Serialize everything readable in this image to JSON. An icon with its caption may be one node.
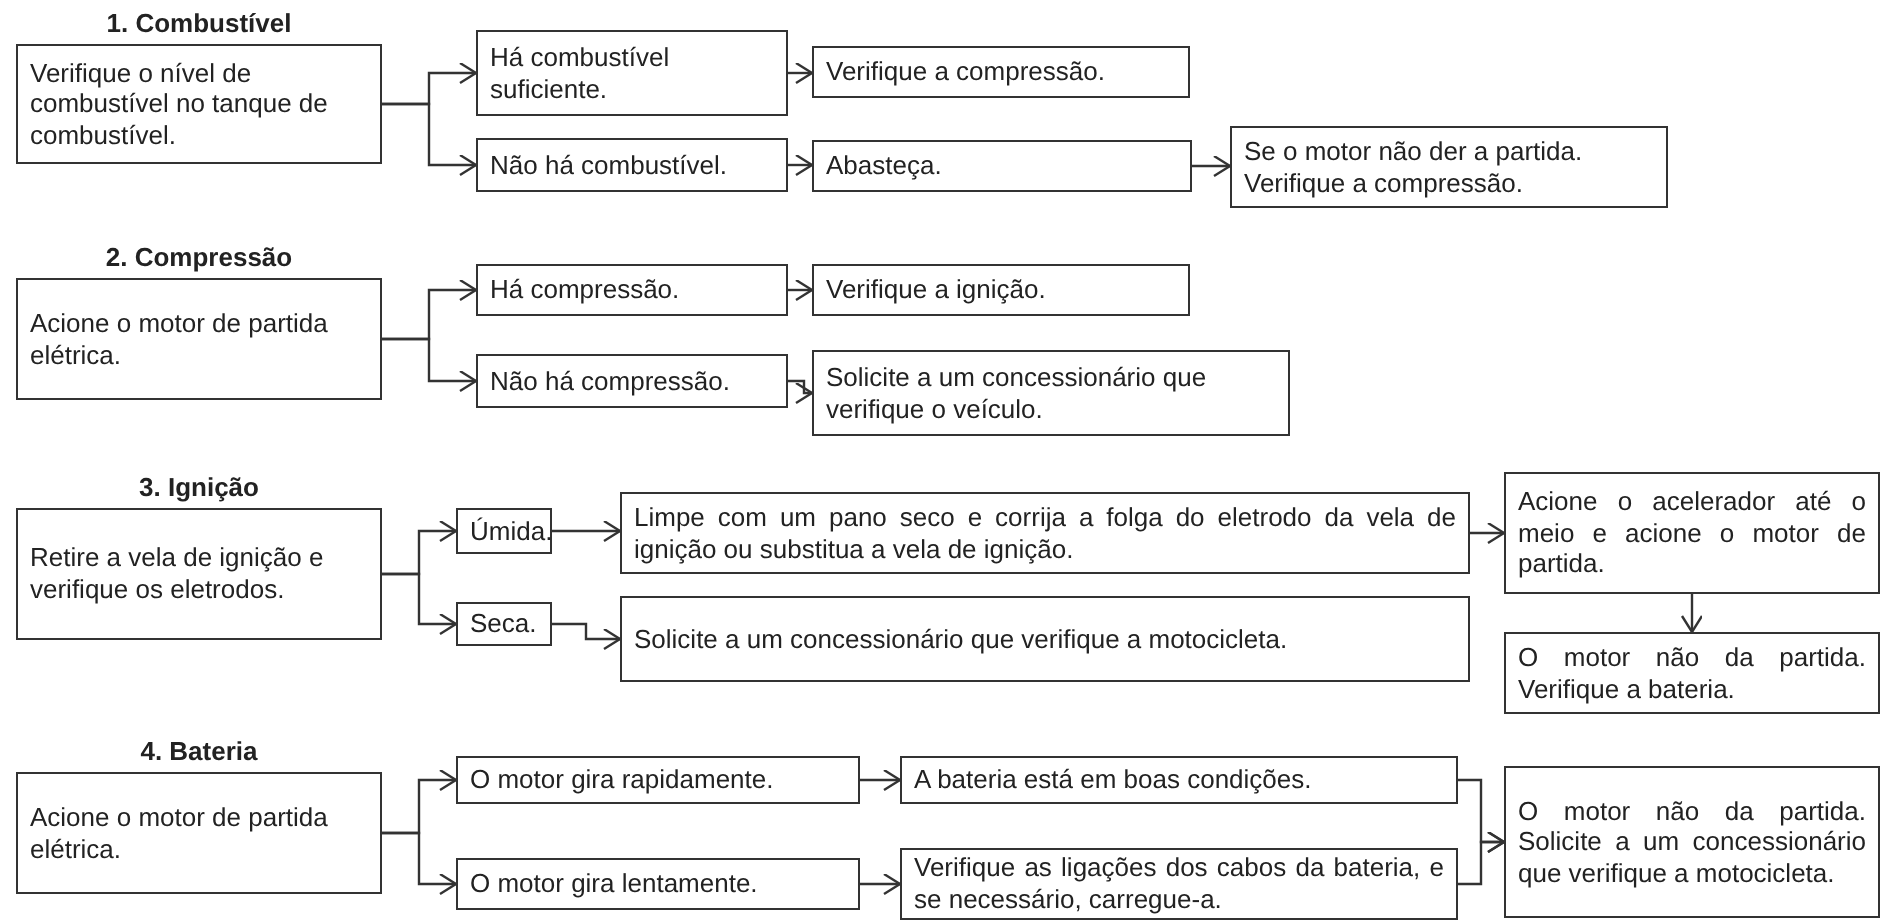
{
  "diagram": {
    "nodes": [
      {
        "text": [
          "1. Combustível",
          "Verifique o nível de combustível no tanque de combustível."
        ]
      },
      {
        "text": [
          "Há combustível suficiente."
        ]
      },
      {
        "text": [
          "Verifique a compressão."
        ]
      },
      {
        "text": [
          "Não há combustível."
        ]
      },
      {
        "text": [
          "Abasteça."
        ]
      },
      {
        "text": [
          "Se o motor não der a partida. Verifique a compressão."
        ]
      },
      {
        "text": [
          "2. Compressão",
          "Acione o motor de partida elétrica."
        ]
      },
      {
        "text": [
          "Há compressão."
        ]
      },
      {
        "text": [
          "Verifique a ignição."
        ]
      },
      {
        "text": [
          "Não há compressão."
        ]
      },
      {
        "text": [
          "Solicite a um concessionário que verifique o veículo."
        ]
      },
      {
        "text": [
          "3. Ignição",
          "Retire a vela de ignição e verifique os eletrodos."
        ]
      },
      {
        "text": [
          "Úmida."
        ]
      },
      {
        "text": [
          "Limpe com um pano seco e corrija a folga do eletrodo da vela de ignição ou substitua a vela de ignição."
        ]
      },
      {
        "text": [
          "Seca."
        ]
      },
      {
        "text": [
          "Solicite a um concessionário que verifique a motocicleta."
        ]
      },
      {
        "text": [
          "Acione o acelerador até o meio e acione o motor de partida."
        ]
      },
      {
        "text": [
          "O motor não da partida. Verifique a bateria."
        ]
      },
      {
        "text": [
          "4. Bateria",
          "Acione o motor de partida elétrica."
        ]
      },
      {
        "text": [
          "O motor gira rapidamente."
        ]
      },
      {
        "text": [
          "A bateria está em boas condições."
        ]
      },
      {
        "text": [
          "O motor gira lentamente."
        ]
      },
      {
        "text": [
          "Verifique as ligações dos cabos da bateria, e se necessário, carregue-a."
        ]
      },
      {
        "text": [
          "O motor não da partida. Solicite a um concessionário que verifique a motocicleta."
        ]
      }
    ],
    "edges": [
      {
        "from": 0,
        "to": 1,
        "arrow": "to"
      },
      {
        "from": 0,
        "to": 3,
        "arrow": "to"
      },
      {
        "from": 1,
        "to": 2,
        "arrow": "to"
      },
      {
        "from": 3,
        "to": 4,
        "arrow": "to"
      },
      {
        "from": 4,
        "to": 5,
        "arrow": "to"
      },
      {
        "from": 6,
        "to": 7,
        "arrow": "to"
      },
      {
        "from": 6,
        "to": 9,
        "arrow": "to"
      },
      {
        "from": 7,
        "to": 8,
        "arrow": "to"
      },
      {
        "from": 9,
        "to": 10,
        "arrow": "to"
      },
      {
        "from": 11,
        "to": 12,
        "arrow": "to"
      },
      {
        "from": 11,
        "to": 14,
        "arrow": "to"
      },
      {
        "from": 12,
        "to": 13,
        "arrow": "to"
      },
      {
        "from": 14,
        "to": 15,
        "arrow": "to"
      },
      {
        "from": 13,
        "to": 16,
        "arrow": "to"
      },
      {
        "from": 16,
        "to": 17,
        "arrow": "to"
      },
      {
        "from": 18,
        "to": 19,
        "arrow": "to"
      },
      {
        "from": 18,
        "to": 21,
        "arrow": "to"
      },
      {
        "from": 19,
        "to": 20,
        "arrow": "to"
      },
      {
        "from": 21,
        "to": 22,
        "arrow": "to"
      },
      {
        "from": 20,
        "to": 23,
        "arrow": "to"
      },
      {
        "from": 22,
        "to": 23,
        "arrow": "to"
      }
    ]
  }
}
